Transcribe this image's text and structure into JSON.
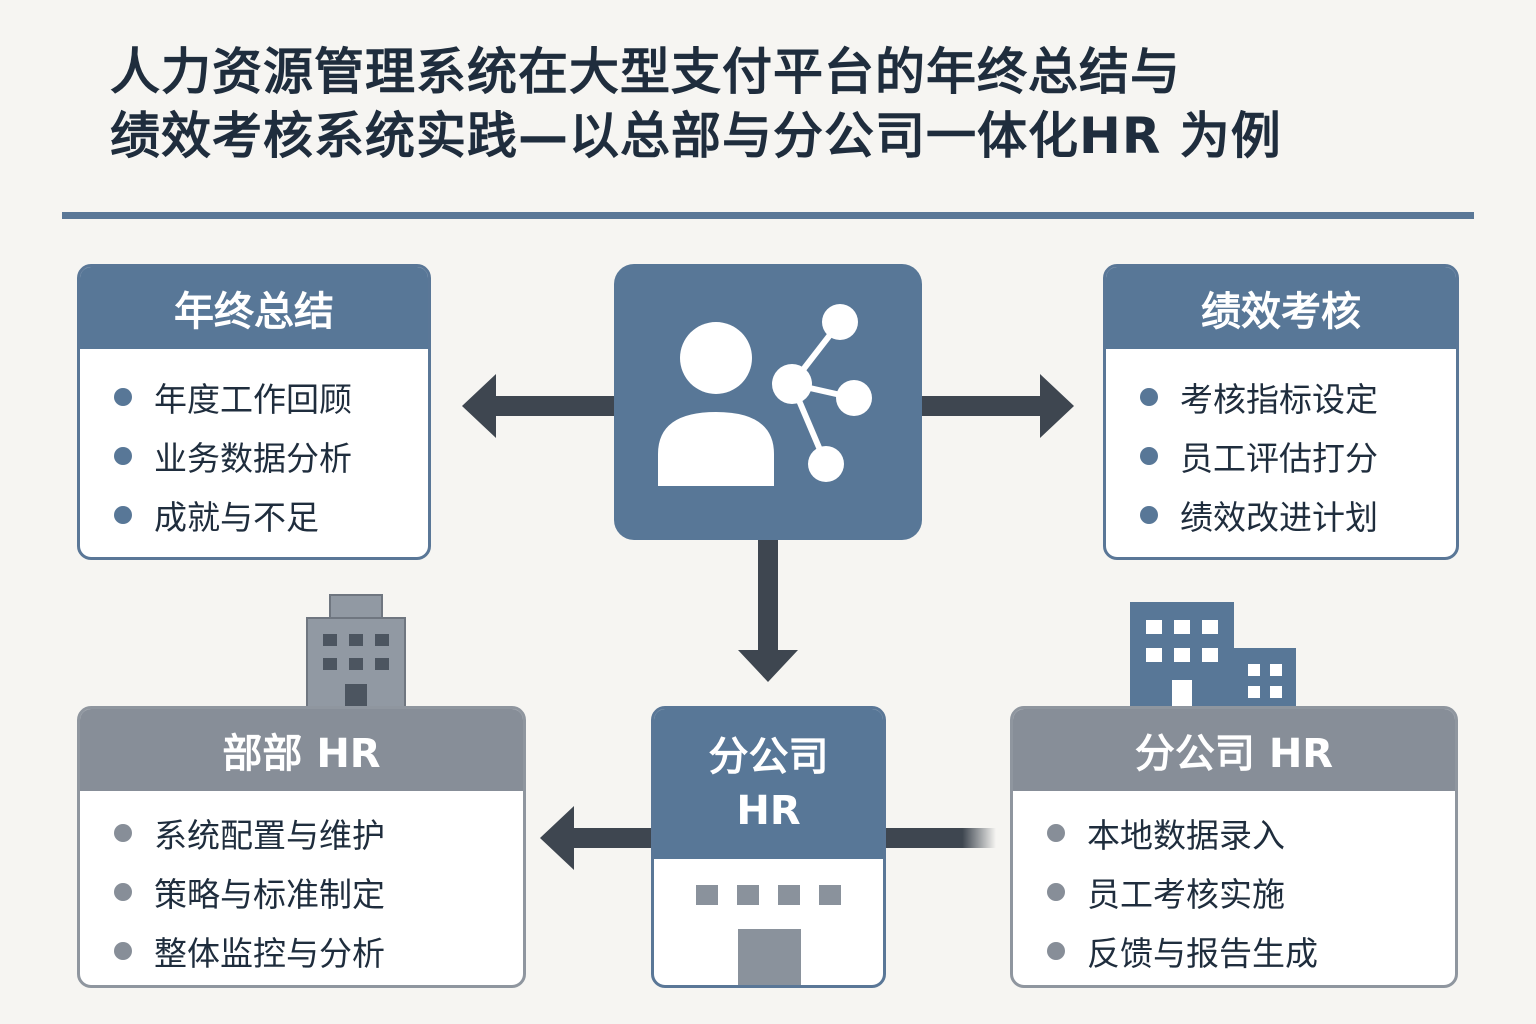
{
  "title": {
    "line1": "人力资源管理系统在大型支付平台的年终总结与",
    "line2": "绩效考核系统实践—以总部与分公司一体化HR 为例"
  },
  "annual_summary": {
    "heading": "年终总结",
    "items": [
      "年度工作回顾",
      "业务数据分析",
      "成就与不足"
    ]
  },
  "performance": {
    "heading": "绩效考核",
    "items": [
      "考核指标设定",
      "员工评估打分",
      "绩效改进计划"
    ]
  },
  "hq_hr": {
    "heading": "部部 HR",
    "items": [
      "系统配置与维护",
      "策略与标准制定",
      "整体监控与分析"
    ]
  },
  "branch_hr_center": {
    "heading_line1": "分公司",
    "heading_line2": "HR"
  },
  "branch_hr": {
    "heading": "分公司 HR",
    "items": [
      "本地数据录入",
      "员工考核实施",
      "反馈与报告生成"
    ]
  },
  "colors": {
    "primary_blue": "#587797",
    "gray": "#878e98",
    "arrow": "#3e4650",
    "title_text": "#1f2d3d",
    "background": "#f6f5f2"
  },
  "icons": {
    "center": "user-network-icon",
    "hq": "office-building-icon",
    "branch": "city-buildings-icon"
  }
}
